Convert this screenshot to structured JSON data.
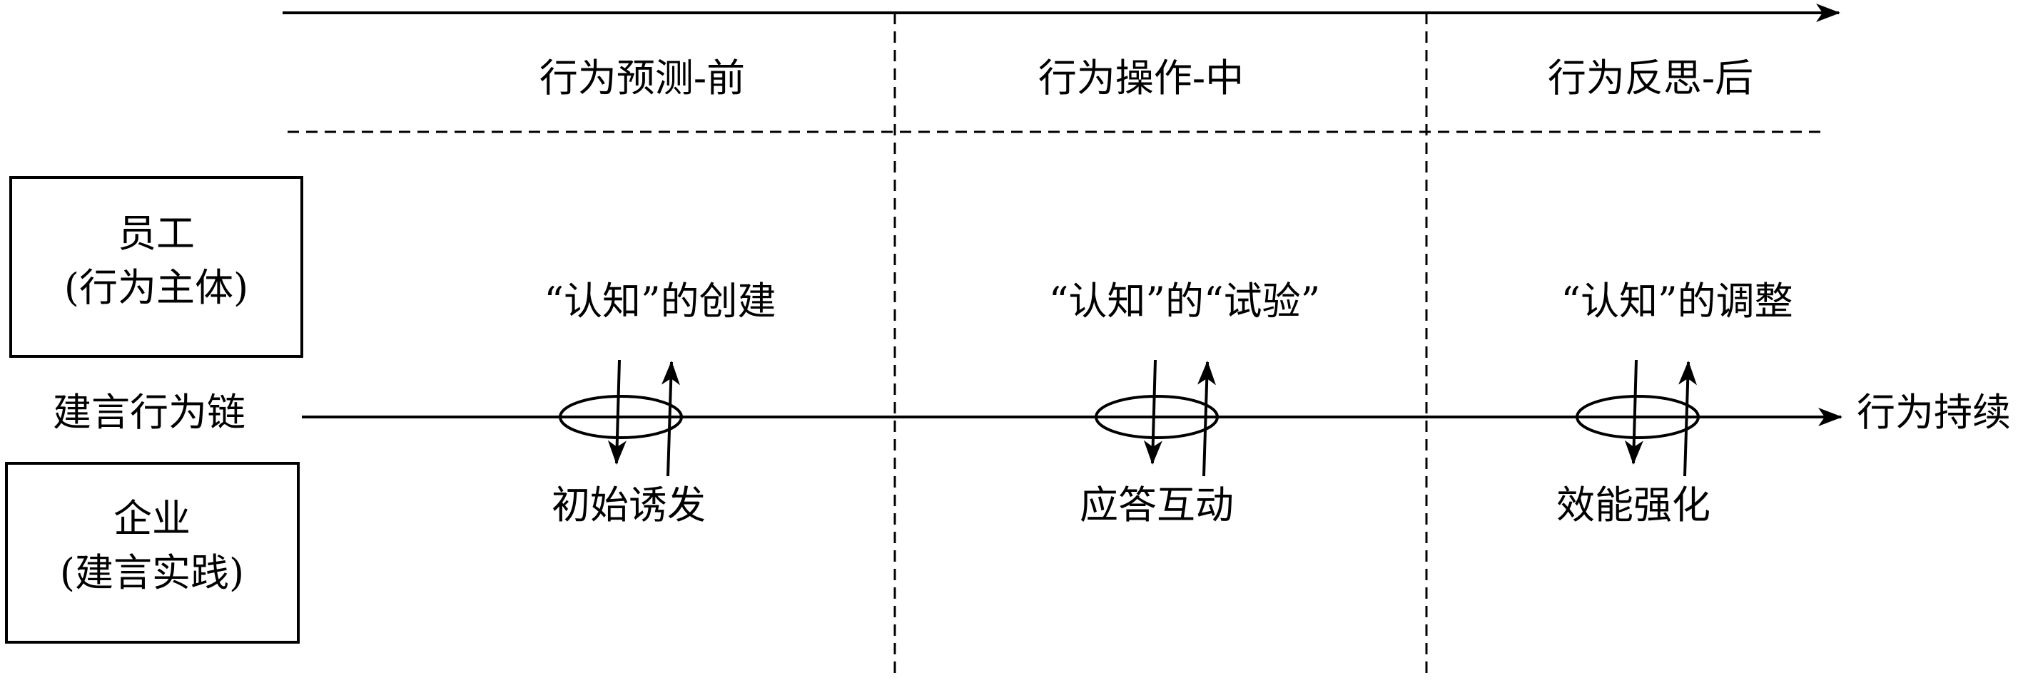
{
  "phases": [
    "行为预测-前",
    "行为操作-中",
    "行为反思-后"
  ],
  "employee_box": {
    "title": "员工",
    "subtitle": "(行为主体)"
  },
  "enterprise_box": {
    "title": "企业",
    "subtitle": "(建言实践)"
  },
  "chain_label": "建言行为链",
  "end_label": "行为持续",
  "cognition_labels": [
    "“认知”的创建",
    "“认知”的“试验”",
    "“认知”的调整"
  ],
  "interaction_labels": [
    "初始诱发",
    "应答互动",
    "效能强化"
  ]
}
